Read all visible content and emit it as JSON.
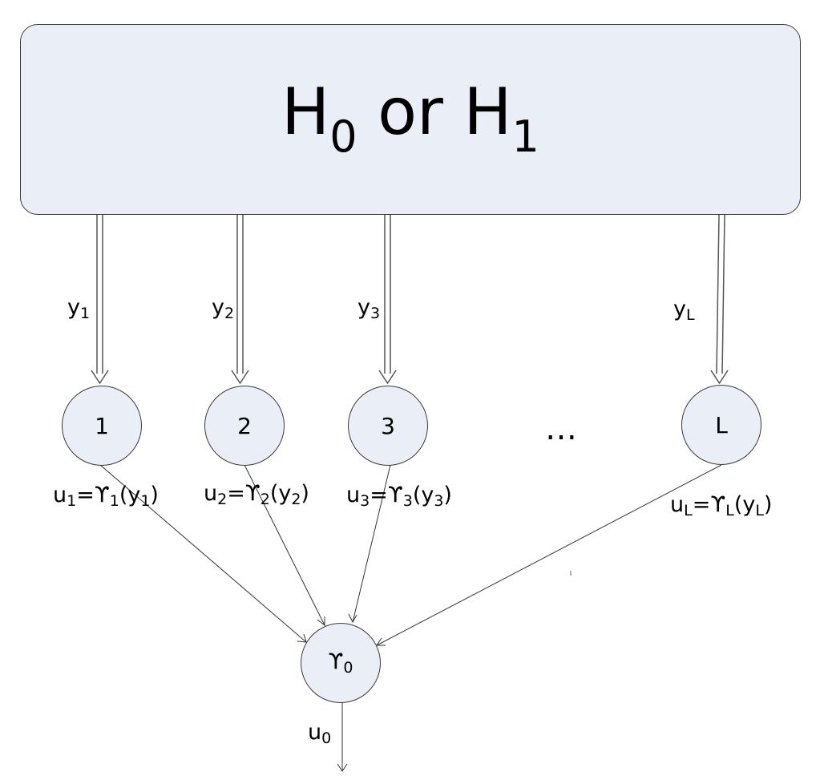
{
  "hypothesis": {
    "base1": "H",
    "sub1": "0",
    "middle": " or ",
    "base2": "H",
    "sub2": "1"
  },
  "observations": [
    {
      "base": "y",
      "sub": "1"
    },
    {
      "base": "y",
      "sub": "2"
    },
    {
      "base": "y",
      "sub": "3"
    },
    {
      "base": "y",
      "sub": "L"
    }
  ],
  "sensors": [
    {
      "label": "1"
    },
    {
      "label": "2"
    },
    {
      "label": "3"
    },
    {
      "label": "L"
    }
  ],
  "ellipsis": "…",
  "decisions": [
    {
      "u": "u",
      "i": "1",
      "eq": "=ϒ",
      "paren": "(y",
      "close": ")"
    },
    {
      "u": "u",
      "i": "2",
      "eq": "=ϒ",
      "paren": "(y",
      "close": ")"
    },
    {
      "u": "u",
      "i": "3",
      "eq": "=ϒ",
      "paren": "(y",
      "close": ")"
    },
    {
      "u": "u",
      "i": "L",
      "eq": "=ϒ",
      "paren": "(y",
      "close": ")"
    }
  ],
  "fusion": {
    "base": "ϒ",
    "sub": "0"
  },
  "output": {
    "base": "u",
    "sub": "0"
  },
  "colors": {
    "fill": "#e9eef7",
    "stroke": "#3a3a3a"
  }
}
